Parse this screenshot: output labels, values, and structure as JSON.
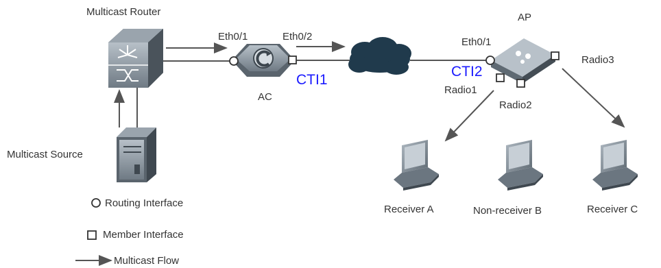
{
  "nodes": {
    "multicast_router": "Multicast Router",
    "ac": "AC",
    "ap": "AP",
    "multicast_source": "Multicast Source",
    "receiver_a": "Receiver A",
    "non_receiver_b": "Non-receiver B",
    "receiver_c": "Receiver C"
  },
  "interfaces": {
    "ac_eth0_1": "Eth0/1",
    "ac_eth0_2": "Eth0/2",
    "ap_eth0_1": "Eth0/1",
    "radio1": "Radio1",
    "radio2": "Radio2",
    "radio3": "Radio3"
  },
  "tunnels": {
    "cti1": "CTI1",
    "cti2": "CTI2"
  },
  "legend": {
    "routing_interface": "Routing Interface",
    "member_interface": "Member Interface",
    "multicast_flow": "Multicast Flow"
  },
  "colors": {
    "line": "#555555",
    "device_fill": "#7f8a94",
    "device_dark": "#4d565e",
    "cloud": "#203a4c",
    "tunnel_label": "#1a1aff"
  }
}
